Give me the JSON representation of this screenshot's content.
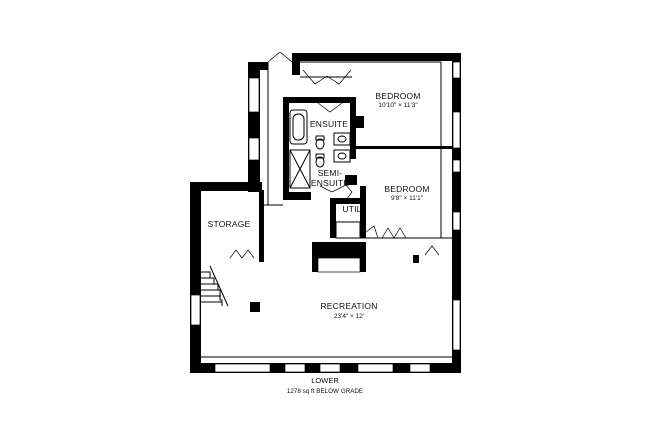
{
  "rooms": {
    "bedroom1": {
      "name": "BEDROOM",
      "dims": "10'10\" × 11'3\""
    },
    "bedroom2": {
      "name": "BEDROOM",
      "dims": "9'8\" × 11'1\""
    },
    "ensuite": {
      "name": "ENSUITE"
    },
    "semi_ensuite": {
      "name_line1": "SEMI-",
      "name_line2": "ENSUITE"
    },
    "util": {
      "name": "UTIL"
    },
    "storage": {
      "name": "STORAGE"
    },
    "recreation": {
      "name": "RECREATION",
      "dims": "23'4\" × 12'"
    }
  },
  "caption": {
    "level": "LOWER",
    "area": "1278 sq ft BELOW GRADE"
  }
}
